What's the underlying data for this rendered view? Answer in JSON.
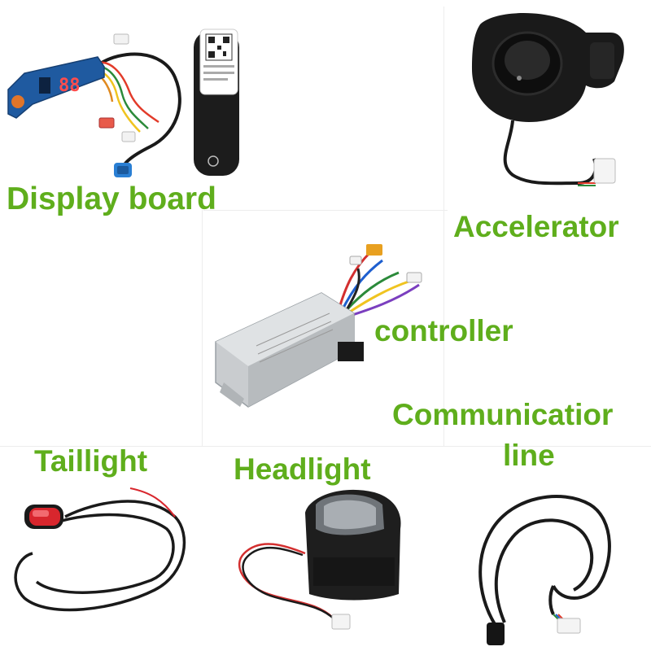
{
  "colors": {
    "label_green": "#5fae1c",
    "cable_black": "#1a1a1a",
    "pcb_blue": "#1f5aa0",
    "aluminum": "#c9cccf",
    "taillight_red": "#d8262d"
  },
  "labels": {
    "display_board": "Display board",
    "accelerator": "Accelerator",
    "controller": "controller",
    "communication_line_1": "Communicatior",
    "communication_line_2": "line",
    "taillight": "Taillight",
    "headlight": "Headlight"
  },
  "display_board": {
    "digits": "88"
  }
}
